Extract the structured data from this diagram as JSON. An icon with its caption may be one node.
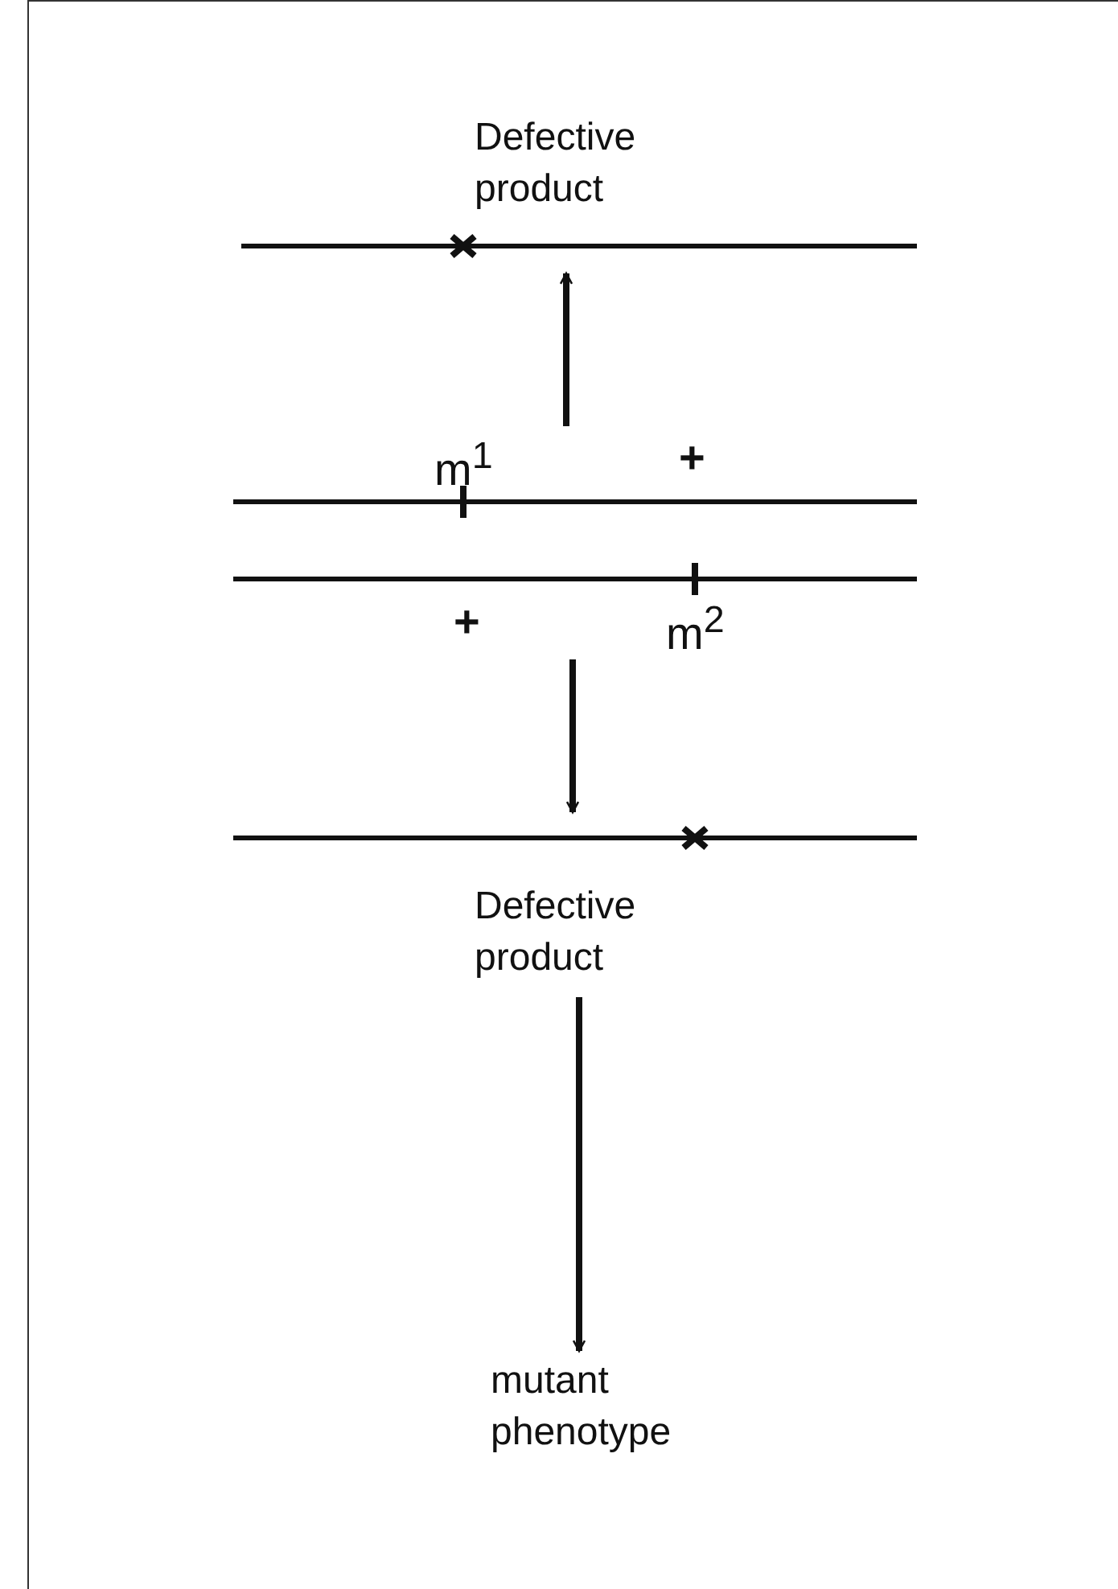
{
  "diagram": {
    "nodes": [
      {
        "text": [
          "Defective product"
        ]
      },
      {
        "text": [
          "m$^{1}$",
          "+",
          "+",
          "m$^{2}$"
        ]
      },
      {
        "text": [
          "Defective product"
        ]
      },
      {
        "text": [
          "mutant phenotype"
        ]
      }
    ],
    "edges": [
      {
        "from": 1,
        "to": 0,
        "arrow": "to"
      },
      {
        "from": 1,
        "to": 2,
        "arrow": "to"
      },
      {
        "from": 2,
        "to": 3,
        "arrow": "to"
      }
    ]
  }
}
